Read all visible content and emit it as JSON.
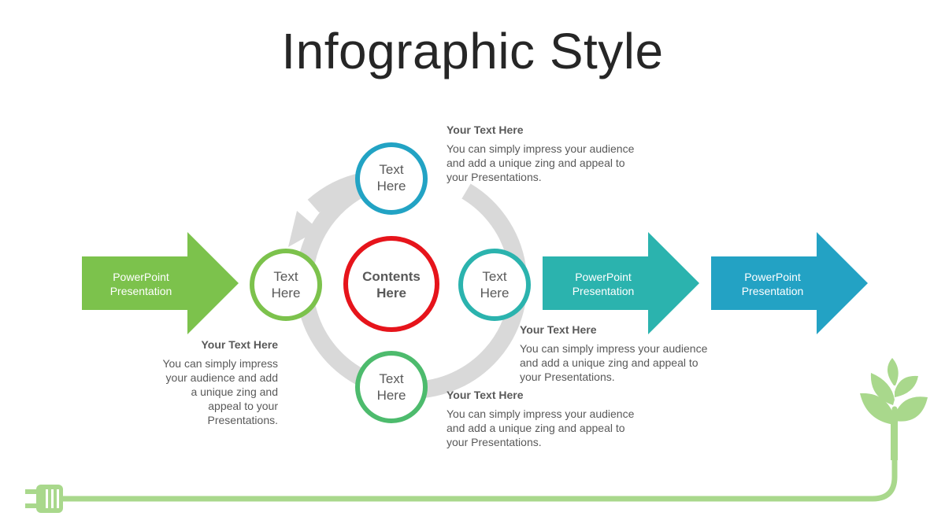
{
  "title": "Infographic Style",
  "arrows": [
    {
      "line1": "PowerPoint",
      "line2": "Presentation",
      "color": "#7cc24c"
    },
    {
      "line1": "PowerPoint",
      "line2": "Presentation",
      "color": "#2bb3ae"
    },
    {
      "line1": "PowerPoint",
      "line2": "Presentation",
      "color": "#23a2c4"
    }
  ],
  "circles": {
    "top": {
      "line1": "Text",
      "line2": "Here",
      "color": "#22a3c4"
    },
    "left": {
      "line1": "Text",
      "line2": "Here",
      "color": "#7cc24c"
    },
    "right": {
      "line1": "Text",
      "line2": "Here",
      "color": "#2bb3ae"
    },
    "bottom": {
      "line1": "Text",
      "line2": "Here",
      "color": "#4dbb6d"
    },
    "center": {
      "line1": "Contents",
      "line2": "Here",
      "color": "#e6141b"
    }
  },
  "blocks": {
    "top": {
      "heading": "Your Text Here",
      "lines": [
        "You can simply impress your audience",
        "and add a unique zing and appeal to",
        "your Presentations."
      ]
    },
    "right": {
      "heading": "Your Text Here",
      "lines": [
        "You can simply impress your audience",
        "and add a unique zing and appeal to",
        "your Presentations."
      ]
    },
    "bottom": {
      "heading": "Your Text Here",
      "lines": [
        "You can simply impress your audience",
        "and add a unique zing and appeal to",
        "your Presentations."
      ]
    },
    "left": {
      "heading": "Your Text Here",
      "lines": [
        "You can simply impress",
        "your audience and add",
        "a unique zing and",
        "appeal to your",
        "Presentations."
      ]
    }
  },
  "cable_color": "#a9d88c",
  "ring_color": "#d9d9d9"
}
